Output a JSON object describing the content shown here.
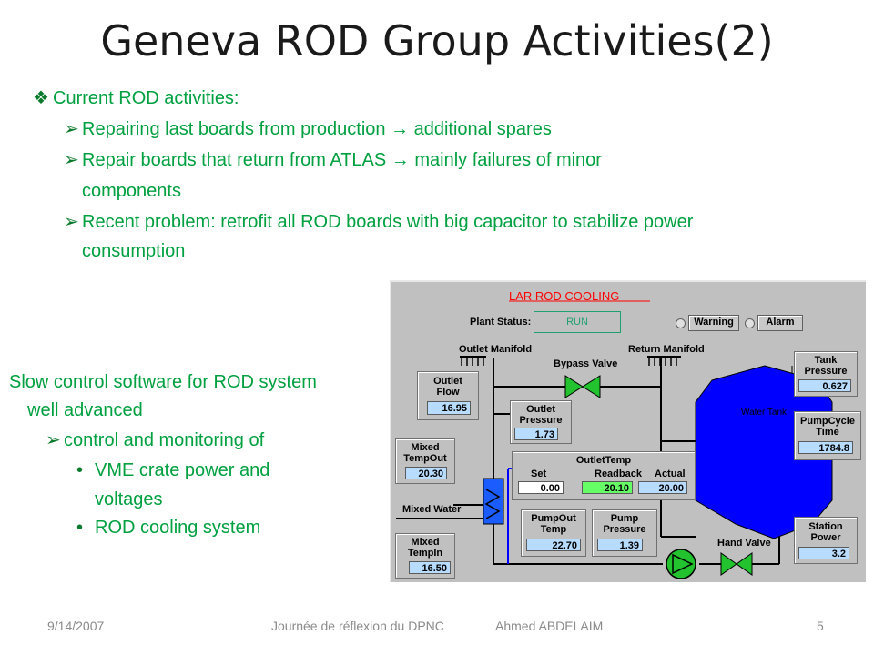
{
  "slide": {
    "title": "Geneva ROD Group Activities(2)",
    "bullets": {
      "main": "Current ROD activities:",
      "sub1": "Repairing last boards from production → additional spares",
      "sub2_l1": "Repair boards that return from ATLAS → mainly failures of minor",
      "sub2_l2": "components",
      "sub3_l1": "Recent problem:  retrofit all ROD boards with big capacitor to stabilize power",
      "sub3_l2": "consumption"
    },
    "left_text": {
      "l1": "Slow control software for ROD system",
      "l2": "well advanced",
      "l3": "control and monitoring of",
      "l4": "VME crate power and",
      "l5": "voltages",
      "l6": "ROD cooling system"
    },
    "footer": {
      "date": "9/14/2007",
      "center": "Journée de réflexion du DPNC",
      "author": "Ahmed ABDELAIM",
      "page": "5"
    }
  },
  "panel": {
    "title": "LAR ROD COOLING",
    "plant_status_label": "Plant Status:",
    "plant_status": "RUN",
    "warning": "Warning",
    "alarm": "Alarm",
    "outlet_manifold": "Outlet Manifold",
    "return_manifold": "Return Manifold",
    "bypass_valve": "Bypass Valve",
    "hand_valve": "Hand Valve",
    "water_tank": "Water Tank",
    "mixed_water": "Mixed Water",
    "outlet_flow": {
      "l1": "Outlet",
      "l2": "Flow",
      "value": "16.95"
    },
    "outlet_pressure": {
      "l1": "Outlet",
      "l2": "Pressure",
      "value": "1.73"
    },
    "mixed_tempout": {
      "l1": "Mixed",
      "l2": "TempOut",
      "value": "20.30"
    },
    "mixed_tempin": {
      "l1": "Mixed",
      "l2": "TempIn",
      "value": "16.50"
    },
    "outlet_temp": {
      "title": "OutletTemp",
      "set_label": "Set",
      "readback_label": "Readback",
      "actual_label": "Actual",
      "set": "0.00",
      "readback": "20.10",
      "actual": "20.00"
    },
    "pumpout_temp": {
      "l1": "PumpOut",
      "l2": "Temp",
      "value": "22.70"
    },
    "pump_pressure": {
      "l1": "Pump",
      "l2": "Pressure",
      "value": "1.39"
    },
    "tank_pressure": {
      "l1": "Tank",
      "l2": "Pressure",
      "value": "0.627"
    },
    "pumpcycle_time": {
      "l1": "PumpCycle",
      "l2": "Time",
      "value": "1784.8"
    },
    "station_power": {
      "l1": "Station",
      "l2": "Power",
      "value": "3.2"
    },
    "colors": {
      "title_red": "#ff0000",
      "valve_green": "#22c32e",
      "tank_blue": "#0000ff",
      "value_bg": "#b8dcff",
      "readback_green": "#66ff66"
    }
  }
}
